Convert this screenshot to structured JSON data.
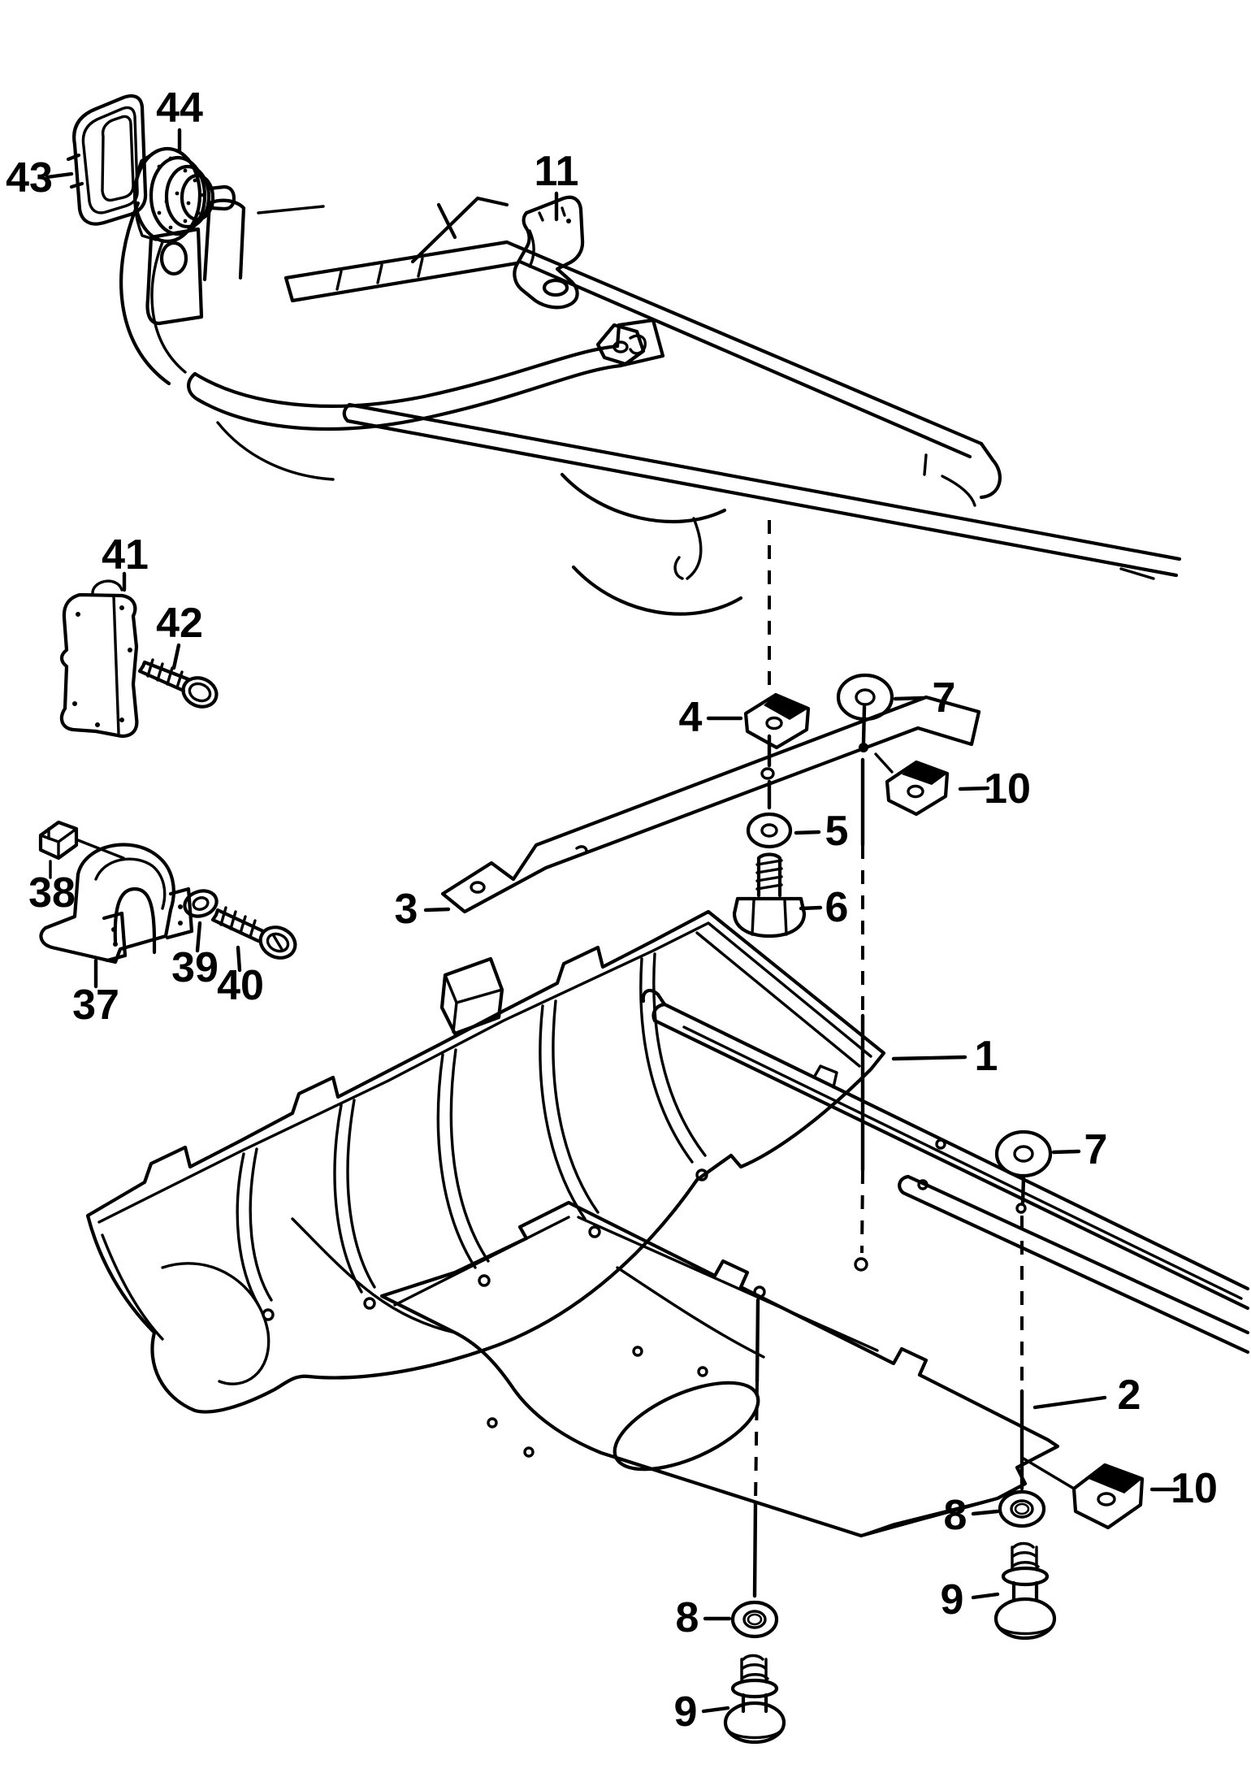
{
  "figure": {
    "kind": "exploded-parts-line-diagram",
    "background": "#ffffff",
    "ink": "#000000"
  },
  "callouts": {
    "c1": {
      "label": "1",
      "shape": "underbody-panel"
    },
    "c2": {
      "label": "2",
      "shape": "underbody-panel-rear"
    },
    "c3": {
      "label": "3",
      "shape": "cross-brace"
    },
    "c4": {
      "label": "4",
      "shape": "clip-nut"
    },
    "c5": {
      "label": "5",
      "shape": "washer"
    },
    "c6": {
      "label": "6",
      "shape": "hex-bolt"
    },
    "c7a": {
      "label": "7",
      "shape": "washer"
    },
    "c7b": {
      "label": "7",
      "shape": "washer"
    },
    "c8a": {
      "label": "8",
      "shape": "washer"
    },
    "c8b": {
      "label": "8",
      "shape": "washer"
    },
    "c9a": {
      "label": "9",
      "shape": "flange-bolt"
    },
    "c9b": {
      "label": "9",
      "shape": "flange-bolt"
    },
    "c10a": {
      "label": "10",
      "shape": "clip-nut"
    },
    "c10b": {
      "label": "10",
      "shape": "clip-nut"
    },
    "c11": {
      "label": "11",
      "shape": "bracket"
    },
    "c37": {
      "label": "37",
      "shape": "saddle-clamp"
    },
    "c38": {
      "label": "38",
      "shape": "square-clip"
    },
    "c39": {
      "label": "39",
      "shape": "washer"
    },
    "c40": {
      "label": "40",
      "shape": "self-tapping-screw"
    },
    "c41": {
      "label": "41",
      "shape": "mounting-bracket"
    },
    "c42": {
      "label": "42",
      "shape": "self-tapping-screw"
    },
    "c43": {
      "label": "43",
      "shape": "seal-frame"
    },
    "c44": {
      "label": "44",
      "shape": "rubber-boot"
    }
  }
}
